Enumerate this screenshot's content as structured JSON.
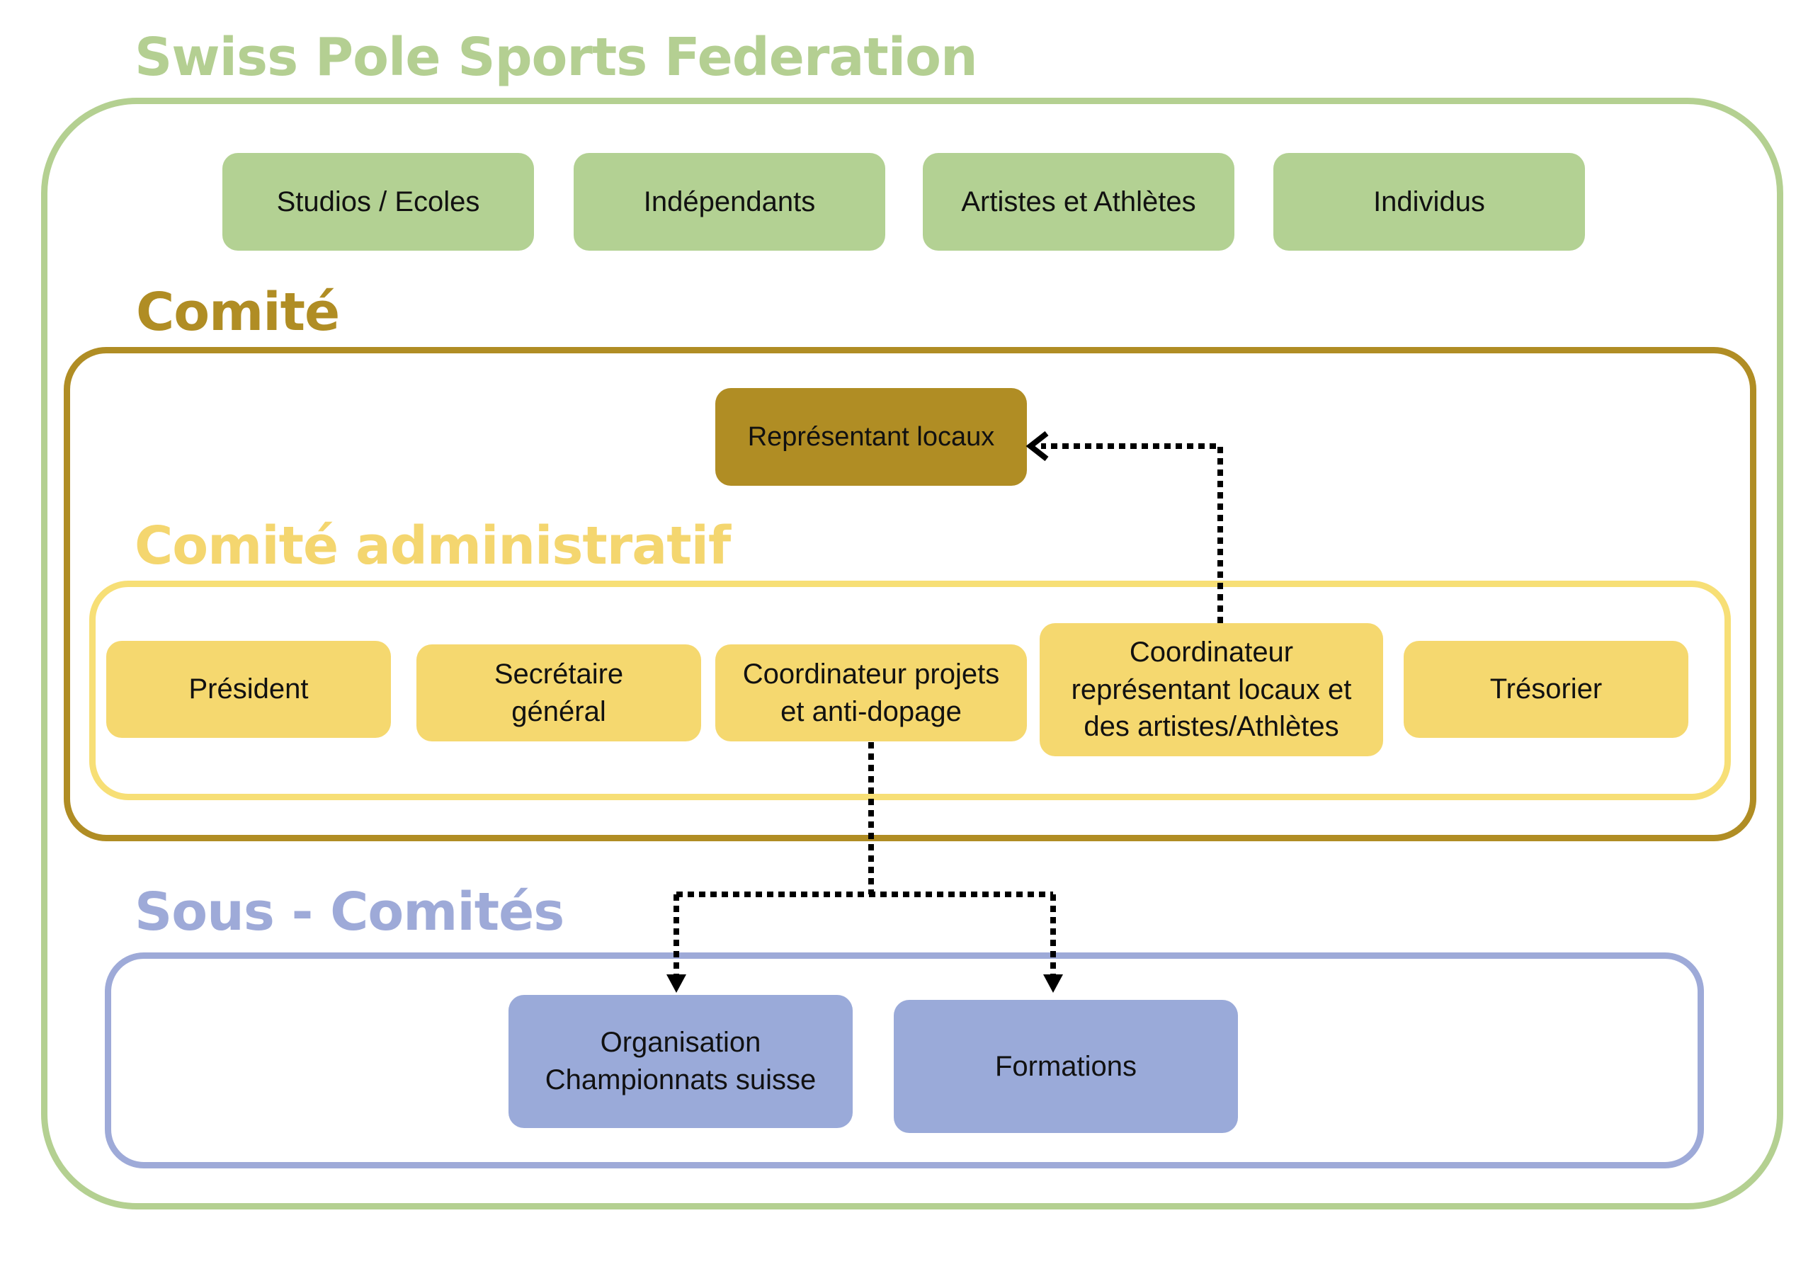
{
  "federation": {
    "title": "Swiss Pole Sports Federation",
    "members": [
      "Studios / Ecoles",
      "Indépendants",
      "Artistes et Athlètes",
      "Individus"
    ]
  },
  "comite": {
    "title": "Comité",
    "representant": "Représentant locaux"
  },
  "comite_administratif": {
    "title": "Comité administratif",
    "roles": [
      "Président",
      "Secrétaire\ngénéral",
      "Coordinateur projets\net anti-dopage",
      "Coordinateur\nreprésentant locaux et\ndes artistes/Athlètes",
      "Trésorier"
    ]
  },
  "sous_comites": {
    "title": "Sous - Comités",
    "items": [
      "Organisation\nChampionnats suisse",
      "Formations"
    ]
  },
  "colors": {
    "federation": "#b4d091",
    "comite": "#b08d24",
    "comite_administratif": "#f5d86f",
    "sous_comites": "#9aaad9",
    "connector": "#000000"
  }
}
